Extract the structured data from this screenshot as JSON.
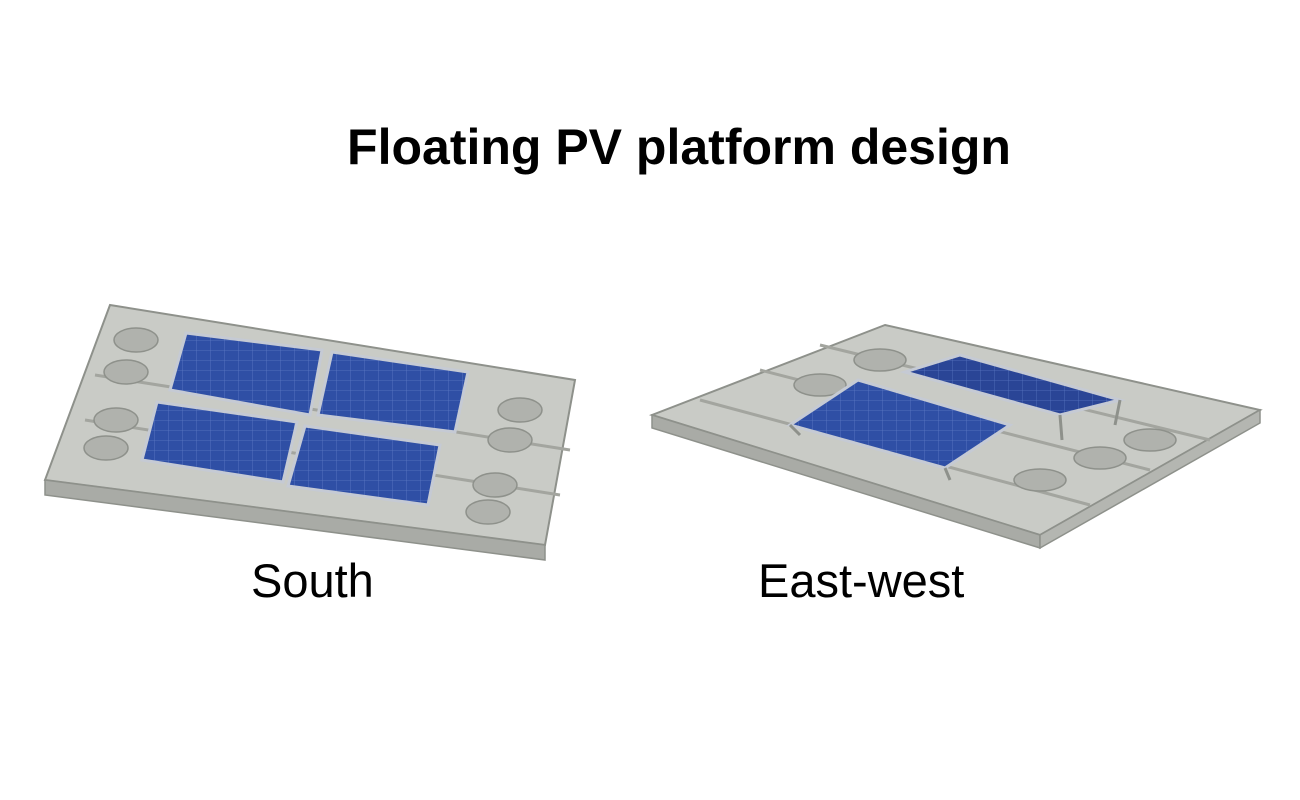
{
  "title": "Floating PV platform design",
  "captions": {
    "south": "South",
    "east_west": "East-west"
  },
  "colors": {
    "float_body": "#c9cbc6",
    "float_edge": "#8e918b",
    "float_shadow": "#a9aba6",
    "panel_blue": "#2f4fa5",
    "panel_dark": "#1f3478",
    "panel_frame": "#c5cad4",
    "cell_line": "#5d79c4"
  }
}
